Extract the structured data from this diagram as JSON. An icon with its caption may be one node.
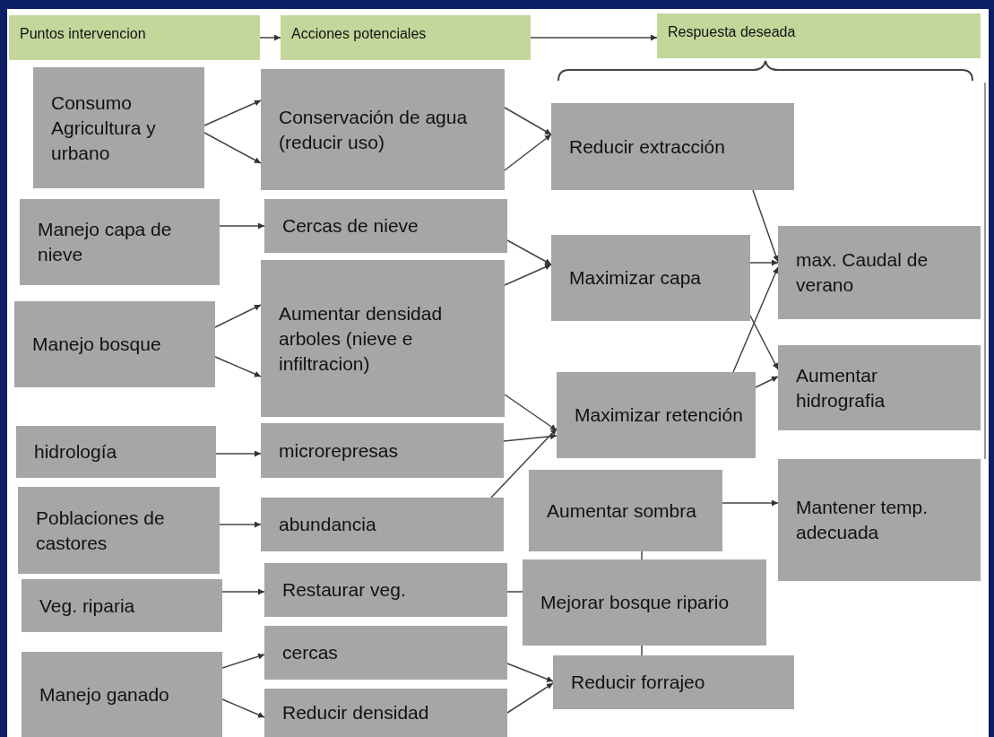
{
  "diagram": {
    "nodes": [
      {
        "text": [
          "Puntos intervencion"
        ]
      },
      {
        "text": [
          "Acciones potenciales"
        ]
      },
      {
        "text": [
          "Respuesta deseada"
        ]
      },
      {
        "text": [
          "Consumo Agricultura y urbano"
        ]
      },
      {
        "text": [
          "Conservación de agua (reducir uso)"
        ]
      },
      {
        "text": [
          "Reducir extracción"
        ]
      },
      {
        "text": [
          "Manejo capa de nieve"
        ]
      },
      {
        "text": [
          "Cercas de nieve"
        ]
      },
      {
        "text": [
          "Maximizar capa"
        ]
      },
      {
        "text": [
          "Aumentar densidad arboles (nieve e infiltracion)"
        ]
      },
      {
        "text": [
          "Manejo bosque"
        ]
      },
      {
        "text": [
          "max. Caudal de verano"
        ]
      },
      {
        "text": [
          "Maximizar retención"
        ]
      },
      {
        "text": [
          "Aumentar hidrografia"
        ]
      },
      {
        "text": [
          "hidrología"
        ]
      },
      {
        "text": [
          "microrepresas"
        ]
      },
      {
        "text": [
          "Poblaciones de castores"
        ]
      },
      {
        "text": [
          "abundancia"
        ]
      },
      {
        "text": [
          "Aumentar sombra"
        ]
      },
      {
        "text": [
          "Mantener temp. adecuada"
        ]
      },
      {
        "text": [
          "Veg. riparia"
        ]
      },
      {
        "text": [
          "Restaurar veg."
        ]
      },
      {
        "text": [
          "Mejorar bosque ripario"
        ]
      },
      {
        "text": [
          "Manejo ganado"
        ]
      },
      {
        "text": [
          "cercas"
        ]
      },
      {
        "text": [
          "Reducir forrajeo"
        ]
      },
      {
        "text": [
          "Reducir densidad"
        ]
      }
    ],
    "edges": [
      {
        "from": 0,
        "to": 1,
        "arrow": "to"
      },
      {
        "from": 1,
        "to": 2,
        "arrow": "to"
      },
      {
        "from": 3,
        "to": 4,
        "arrow": "to"
      },
      {
        "from": 3,
        "to": 4,
        "arrow": "to"
      },
      {
        "from": 4,
        "to": 5,
        "arrow": "to"
      },
      {
        "from": 4,
        "to": 5,
        "arrow": "to"
      },
      {
        "from": 6,
        "to": 7,
        "arrow": "to"
      },
      {
        "from": 7,
        "to": 8,
        "arrow": "to"
      },
      {
        "from": 9,
        "to": 8,
        "arrow": "to"
      },
      {
        "from": 10,
        "to": 9,
        "arrow": "to"
      },
      {
        "from": 10,
        "to": 9,
        "arrow": "to"
      },
      {
        "from": 5,
        "to": 11,
        "arrow": "to"
      },
      {
        "from": 8,
        "to": 11,
        "arrow": "to"
      },
      {
        "from": 8,
        "to": 13,
        "arrow": "to"
      },
      {
        "from": 12,
        "to": 11,
        "arrow": "to"
      },
      {
        "from": 12,
        "to": 13,
        "arrow": "to"
      },
      {
        "from": 9,
        "to": 12,
        "arrow": "to"
      },
      {
        "from": 15,
        "to": 12,
        "arrow": "to"
      },
      {
        "from": 17,
        "to": 12,
        "arrow": "to"
      },
      {
        "from": 14,
        "to": 15,
        "arrow": "to"
      },
      {
        "from": 16,
        "to": 17,
        "arrow": "to"
      },
      {
        "from": 18,
        "to": 19,
        "arrow": "to"
      },
      {
        "from": 20,
        "to": 21,
        "arrow": "to"
      },
      {
        "from": 21,
        "to": 22,
        "arrow": "none"
      },
      {
        "from": 18,
        "to": 22,
        "arrow": "none"
      },
      {
        "from": 22,
        "to": 25,
        "arrow": "none"
      },
      {
        "from": 23,
        "to": 24,
        "arrow": "to"
      },
      {
        "from": 23,
        "to": 26,
        "arrow": "to"
      },
      {
        "from": 24,
        "to": 25,
        "arrow": "to"
      },
      {
        "from": 26,
        "to": 25,
        "arrow": "to"
      }
    ]
  }
}
